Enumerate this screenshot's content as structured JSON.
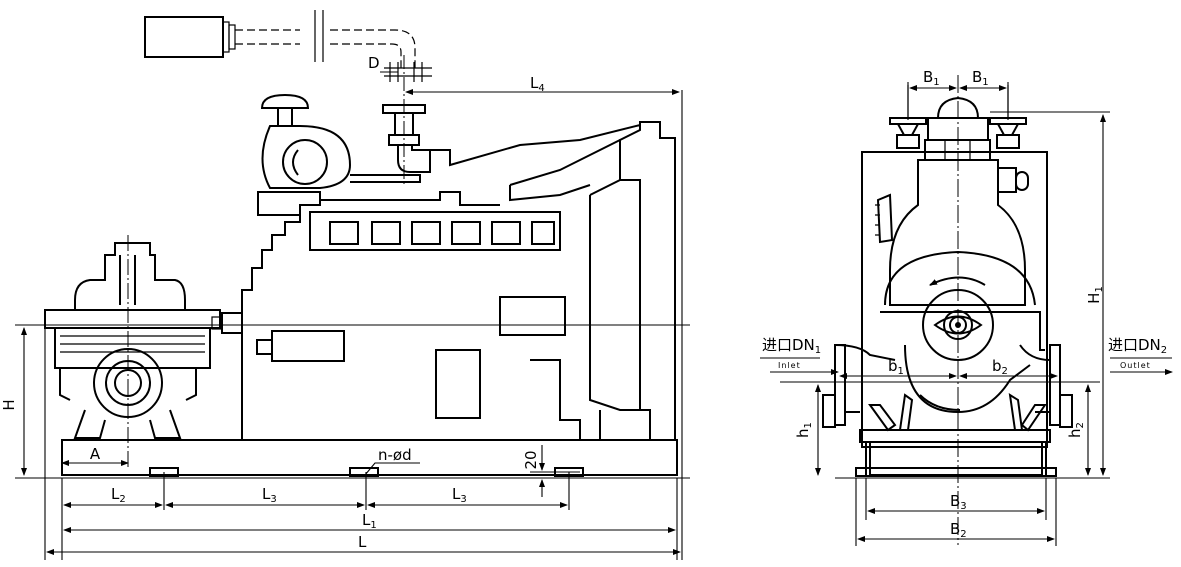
{
  "side_view": {
    "dimensions": {
      "H": "H",
      "A": "A",
      "L2": "L",
      "L2_sub": "2",
      "L3a": "L",
      "L3a_sub": "3",
      "L3b": "L",
      "L3b_sub": "3",
      "L1": "L",
      "L1_sub": "1",
      "L": "L",
      "L4": "L",
      "L4_sub": "4",
      "D": "D",
      "n_od": "n-ød",
      "twenty": "20"
    }
  },
  "front_view": {
    "dimensions": {
      "B1a": "B",
      "B1a_sub": "1",
      "B1b": "B",
      "B1b_sub": "1",
      "b1": "b",
      "b1_sub": "1",
      "b2": "b",
      "b2_sub": "2",
      "H1": "H",
      "H1_sub": "1",
      "h1": "h",
      "h1_sub": "1",
      "h2": "h",
      "h2_sub": "2",
      "B3": "B",
      "B3_sub": "3",
      "B2": "B",
      "B2_sub": "2"
    },
    "inlet_label": "进口DN",
    "inlet_sub": "1",
    "inlet_en": "Inlet",
    "outlet_label": "进口DN",
    "outlet_sub": "2",
    "outlet_en": "Outlet"
  },
  "colors": {
    "line": "#000000",
    "background": "#ffffff"
  }
}
